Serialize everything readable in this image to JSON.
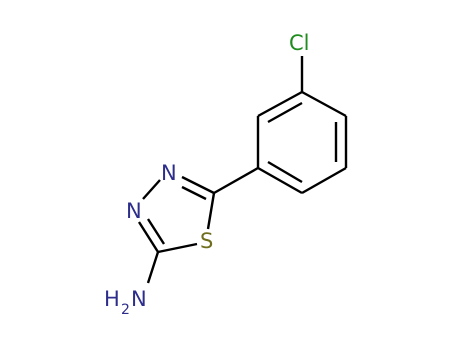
{
  "molecule": {
    "atoms": {
      "chlorine": "Cl",
      "nitrogen_upper": "N",
      "nitrogen_lower": "N",
      "sulfur": "S",
      "amine_h": "H",
      "amine_sub": "2",
      "amine_n": "N"
    },
    "colors": {
      "bond": "#000000",
      "chlorine": "#1e8c1e",
      "nitrogen": "#2d2d8c",
      "sulfur": "#6e6e1e"
    }
  }
}
